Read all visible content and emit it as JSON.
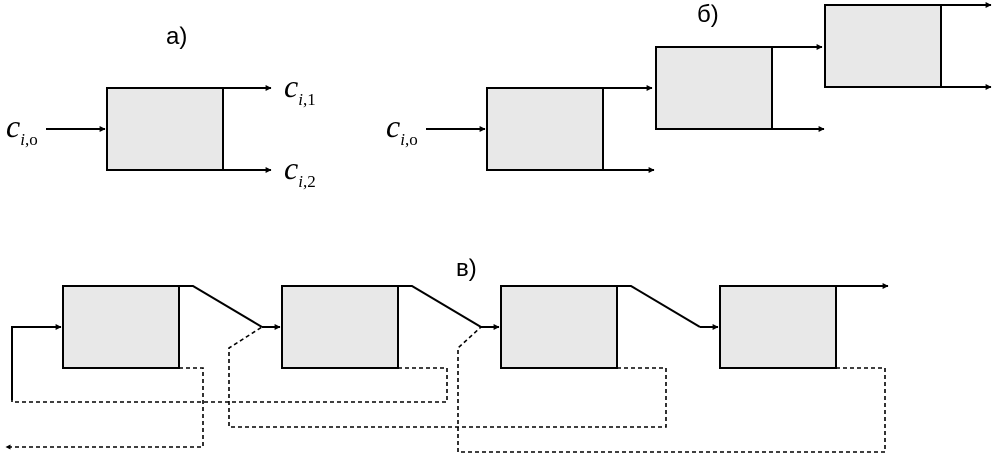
{
  "labels": {
    "panel_a": "а)",
    "panel_b": "б)",
    "panel_v": "в)"
  },
  "symbols": {
    "c_main": "c",
    "idx_i": "i",
    "sub_in": ",o",
    "sub_out1": ",1",
    "sub_out2": ",2"
  },
  "colors": {
    "box_fill": "#e8e8e8",
    "stroke": "#000000"
  }
}
